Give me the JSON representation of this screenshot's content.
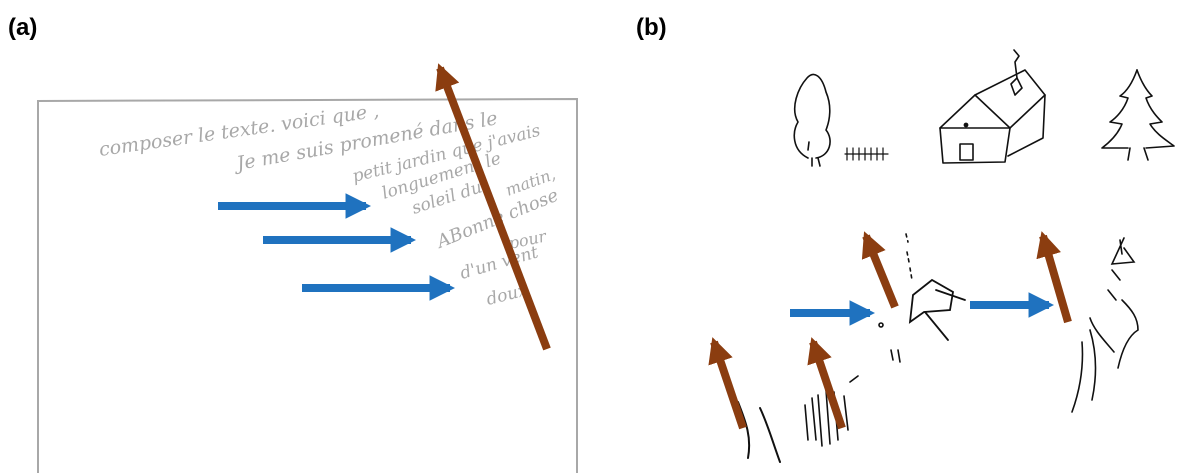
{
  "panels": [
    {
      "label": "(a)"
    },
    {
      "label": "(b)"
    }
  ],
  "handwriting": [
    "composer le texte. voici que  ,",
    "Je me suis promené dans le",
    "petit jardin que j'avais",
    "longuement le",
    "soleil du",
    "matin,",
    "ABonne chose",
    "pour",
    "d'un vent",
    "doux"
  ],
  "colors": {
    "reading_arrow": "#1f72bf",
    "stroke_arrow": "#8b3d10",
    "page_border": "#a8a8a8",
    "ink": "#a8a8a8"
  }
}
